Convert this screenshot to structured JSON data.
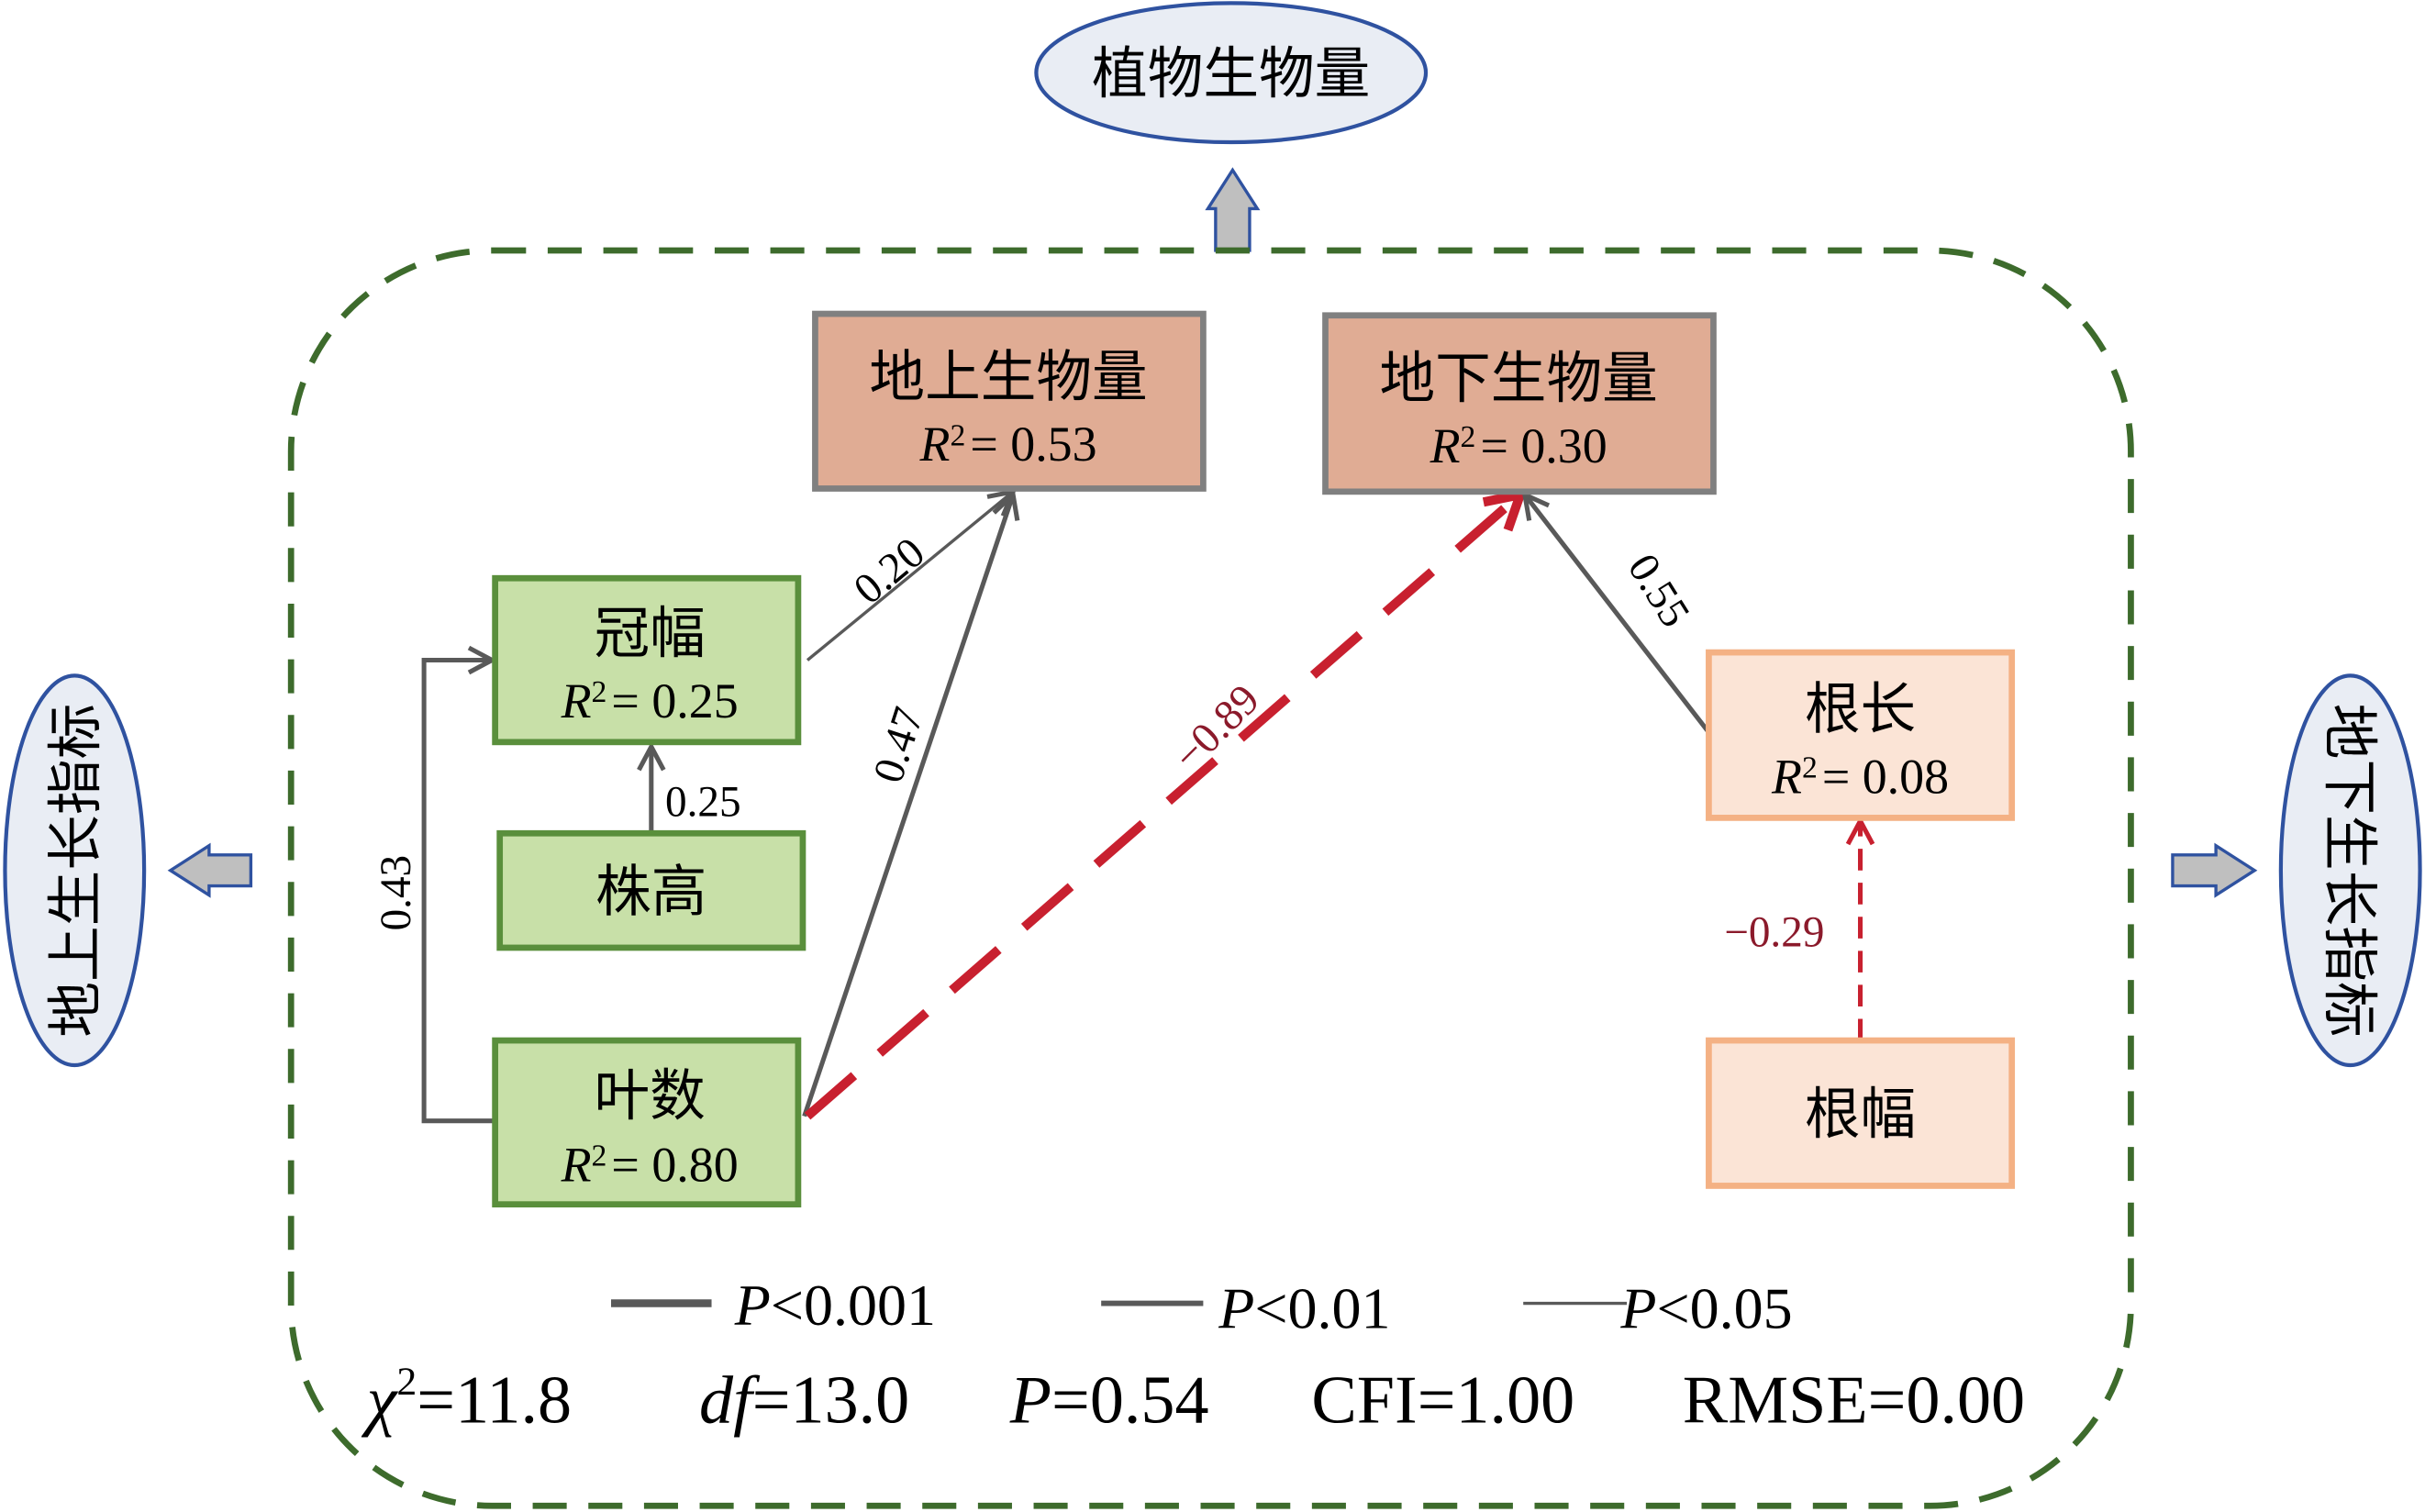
{
  "title_node": "植物生物量",
  "left_indicator": "地上生长指标",
  "right_indicator": "地下生长指标",
  "r2_symbol": "R",
  "r2_exp": "2",
  "nodes": {
    "agb": {
      "label": "地上生物量",
      "r2": "= 0.53"
    },
    "bgb": {
      "label": "地下生物量",
      "r2": "= 0.30"
    },
    "crown": {
      "label": "冠幅",
      "r2": "= 0.25"
    },
    "height": {
      "label": "株高"
    },
    "leaves": {
      "label": "叶数",
      "r2": "= 0.80"
    },
    "root_length": {
      "label": "根长",
      "r2": "= 0.08"
    },
    "root_width": {
      "label": "根幅"
    }
  },
  "paths": {
    "crown_agb": "0.20",
    "leaves_agb": "0.47",
    "height_crown": "0.25",
    "leaves_crown": "0.43",
    "leaves_bgb": "−0.89",
    "rootlength_bgb": "0.55",
    "rootwidth_rootlength": "−0.29"
  },
  "colors": {
    "positive": "#595959",
    "negative": "#c8202f",
    "above_fill": "#c8e0a8",
    "above_stroke": "#5a8f3c",
    "below_fill": "#fbe4d6",
    "below_stroke": "#f4b184",
    "biomass_fill": "#e0ac94",
    "frame": "#3d6b2c"
  },
  "legend": [
    {
      "p": "P",
      "label": "<0.001"
    },
    {
      "p": "P",
      "label": "<0.01"
    },
    {
      "p": "P",
      "label": "<0.05"
    }
  ],
  "stats": {
    "chi_sym": "χ",
    "chi_exp": "2",
    "chi_val": "=11.8",
    "df_sym": "df",
    "df_val": "=13.0",
    "p_sym": "P",
    "p_val": "=0.54",
    "cfi": "CFI=1.00",
    "rmse": "RMSE=0.00"
  }
}
